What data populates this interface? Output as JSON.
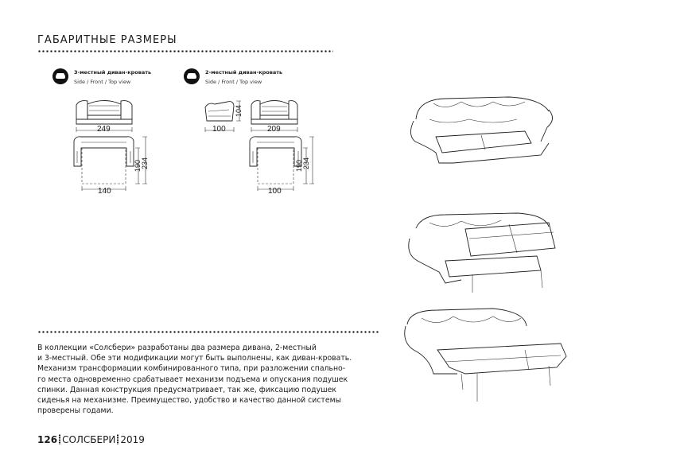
{
  "header": {
    "title": "ГАБАРИТНЫЕ РАЗМЕРЫ"
  },
  "products": [
    {
      "title": "3-местный диван-кровать",
      "views": "Side / Front / Top view",
      "front_width": "249",
      "top_width": "140",
      "depth_inner": "190",
      "depth_outer": "234"
    },
    {
      "title": "2-местный диван-кровать",
      "views": "Side / Front / Top view",
      "side_width": "100",
      "side_height": "104",
      "front_width": "209",
      "top_width": "100",
      "depth_inner": "190",
      "depth_outer": "234"
    }
  ],
  "description_lines": [
    "В коллекции «Солсбери» разработаны два размера дивана, 2-местный",
    "и 3-местный. Обе эти модификации могут быть выполнены, как диван-кровать.",
    "Механизм трансформации комбинированного типа, при разложении спально-",
    "го места одновременно срабатывает механизм подъема и опускания подушек",
    "спинки. Данная конструкция предусматривает, так же,  фиксацию подушек",
    "сиденья на механизме. Преимущество, удобство и качество данной системы",
    "проверены годами."
  ],
  "footer": {
    "page": "126",
    "collection": "СОЛСБЕРИ",
    "year": "2019"
  },
  "illustrations": [
    {
      "name": "sofa-closed",
      "icon": "sofa-drawing"
    },
    {
      "name": "sofa-unfolding",
      "icon": "sofa-drawing"
    },
    {
      "name": "sofa-bed-open",
      "icon": "sofa-drawing"
    }
  ]
}
